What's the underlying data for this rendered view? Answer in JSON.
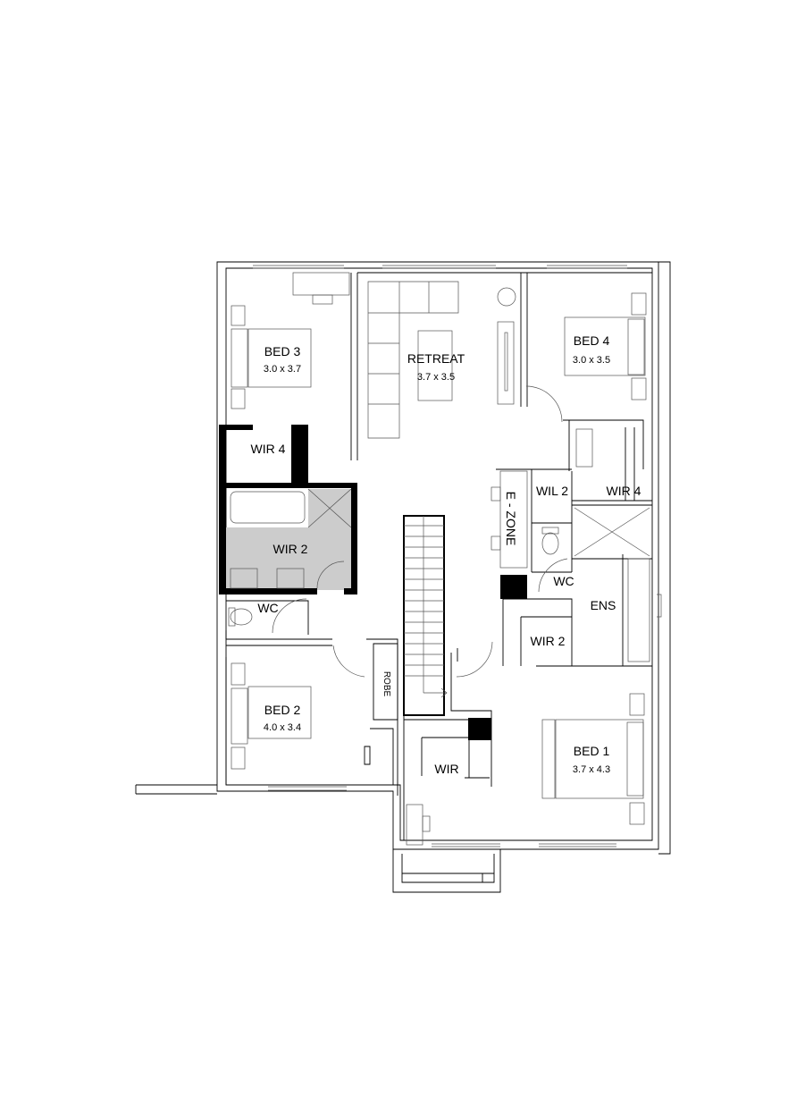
{
  "plan": {
    "shade_color": "#cccccc",
    "wall_color": "#000000",
    "rooms": {
      "bed3": {
        "name": "BED 3",
        "size": "3.0 x 3.7"
      },
      "retreat": {
        "name": "RETREAT",
        "size": "3.7 x 3.5"
      },
      "bed4": {
        "name": "BED 4",
        "size": "3.0 x 3.5"
      },
      "wir4_left": {
        "name": "WIR 4"
      },
      "wil2": {
        "name": "WIL 2"
      },
      "wir4_right": {
        "name": "WIR 4"
      },
      "ezone": {
        "name": "E - ZONE"
      },
      "wir2_left": {
        "name": "WIR 2"
      },
      "wc_right": {
        "name": "WC"
      },
      "ens": {
        "name": "ENS"
      },
      "wc_left": {
        "name": "WC"
      },
      "wir2_right": {
        "name": "WIR 2"
      },
      "robe": {
        "name": "ROBE"
      },
      "bed2": {
        "name": "BED 2",
        "size": "4.0 x 3.4"
      },
      "wir": {
        "name": "WIR"
      },
      "bed1": {
        "name": "BED 1",
        "size": "3.7 x 4.3"
      }
    }
  }
}
